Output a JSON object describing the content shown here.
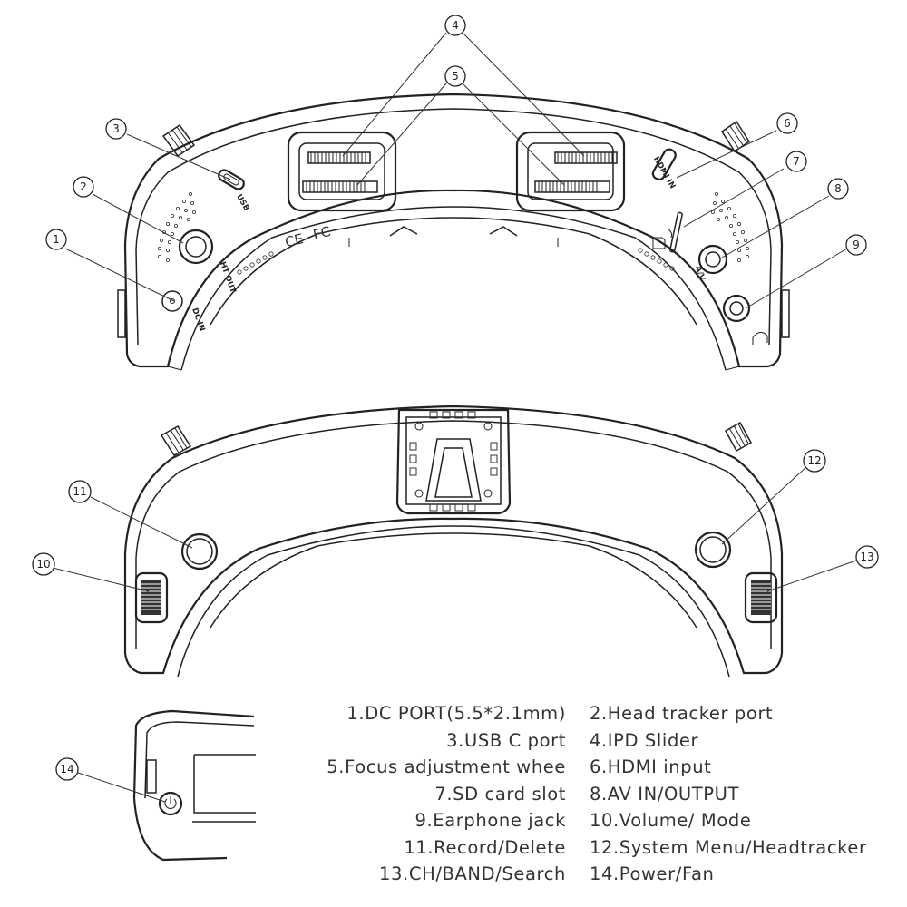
{
  "port_labels": {
    "usb": "USB",
    "hdmi_in": "HDMI IN",
    "ht_out": "HT OUT",
    "dc_in": "DC IN",
    "av": "A/V"
  },
  "marks": {
    "ce": "CE",
    "fc": "FC"
  },
  "callouts": [
    "1",
    "2",
    "3",
    "4",
    "5",
    "6",
    "7",
    "8",
    "9",
    "10",
    "11",
    "12",
    "13",
    "14"
  ],
  "legend": [
    [
      "1.DC PORT(5.5*2.1mm)",
      "2.Head tracker port"
    ],
    [
      "3.USB C port",
      "4.IPD Slider"
    ],
    [
      "5.Focus adjustment  whee",
      "6.HDMI input"
    ],
    [
      "7.SD card slot",
      "8.AV IN/OUTPUT"
    ],
    [
      "9.Earphone jack",
      "10.Volume/ Mode"
    ],
    [
      "11.Record/Delete",
      "12.System Menu/Headtracker"
    ],
    [
      "13.CH/BAND/Search",
      "14.Power/Fan"
    ]
  ]
}
